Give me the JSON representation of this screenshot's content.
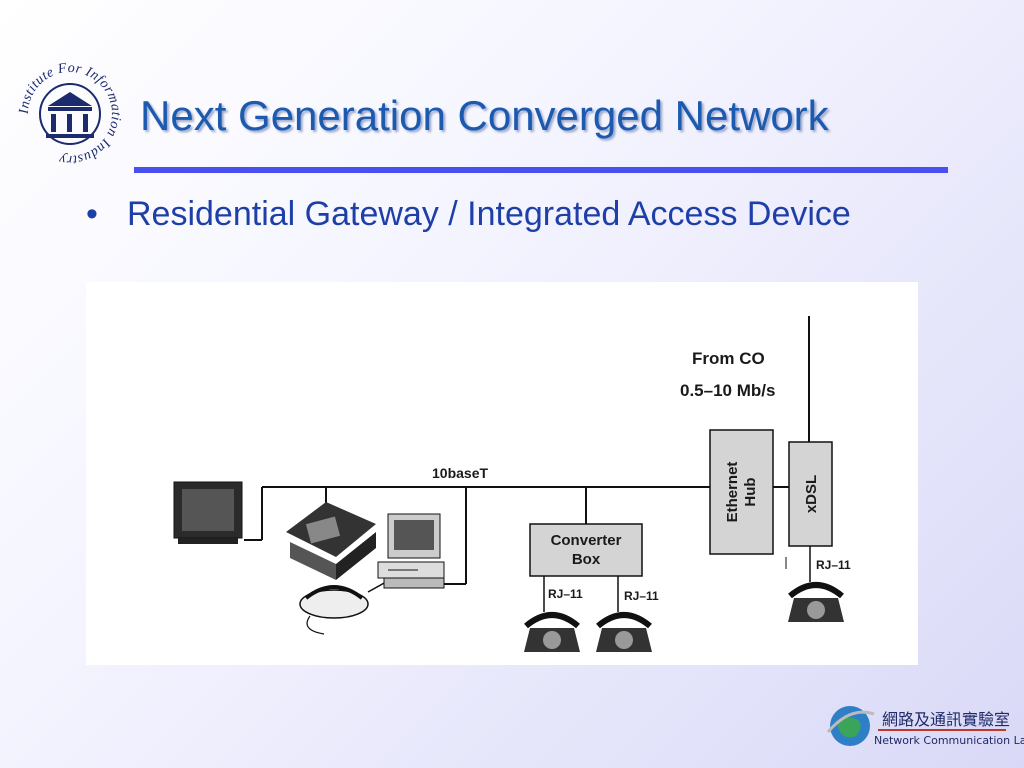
{
  "header": {
    "title": "Next Generation Converged Network",
    "logo_text": "Institute For Information Industry",
    "logo_mark": "III"
  },
  "bullet": {
    "symbol": "•",
    "text": "Residential Gateway / Integrated Access Device"
  },
  "diagram": {
    "from_co": "From CO",
    "rate": "0.5–10 Mb/s",
    "ethernet_line": "10baseT",
    "ethernet_hub": [
      "Ethernet",
      "Hub"
    ],
    "xdsl": "xDSL",
    "converter_box": [
      "Converter",
      "Box"
    ],
    "rj11_a": "RJ–11",
    "rj11_b": "RJ–11",
    "rj11_c": "RJ–11"
  },
  "footer": {
    "lab_name_cn": "網路及通訊實驗室",
    "lab_name_en": "Network Communication Lab."
  },
  "colors": {
    "title": "#1c5ab0",
    "rule": "#4a4ff0",
    "bullet": "#1f3fa8"
  }
}
